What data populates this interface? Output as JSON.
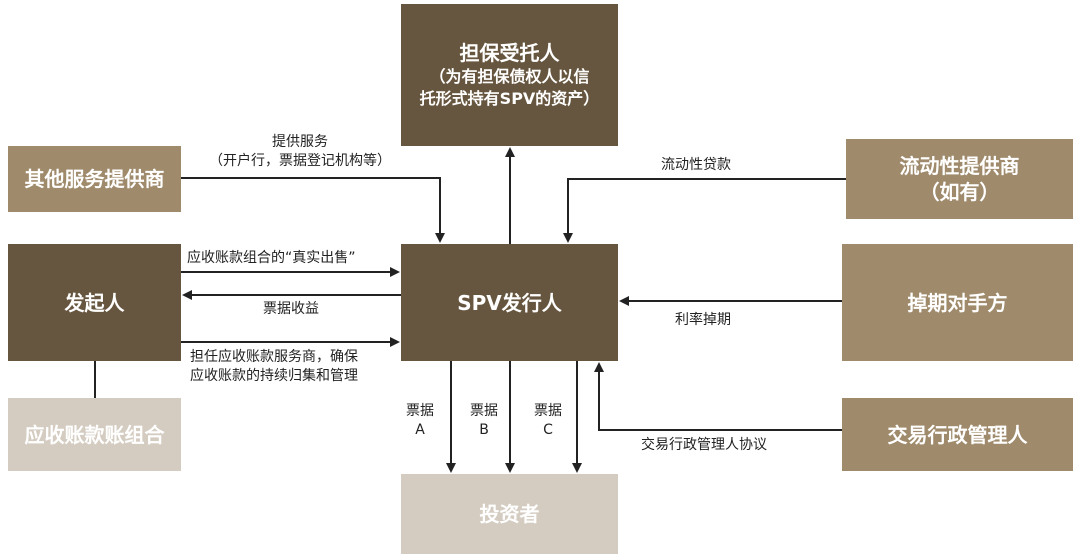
{
  "nodes": {
    "guarantee_trustee": {
      "title": "担保受托人",
      "subtitle_line1": "（为有担保债权人以信",
      "subtitle_line2": "托形式持有SPV的资产）"
    },
    "other_providers": {
      "title": "其他服务提供商"
    },
    "originator": {
      "title": "发起人"
    },
    "receivables_pool": {
      "title": "应收账款账组合"
    },
    "spv_issuer": {
      "title": "SPV发行人"
    },
    "liquidity_provider": {
      "line1": "流动性提供商",
      "line2": "（如有）"
    },
    "swap_counterparty": {
      "title": "掉期对手方"
    },
    "transaction_admin": {
      "title": "交易行政管理人"
    },
    "investors": {
      "title": "投资者"
    }
  },
  "edges": {
    "services_line1": "提供服务",
    "services_line2": "（开户行，票据登记机构等）",
    "true_sale": "应收账款组合的“真实出售”",
    "note_proceeds": "票据收益",
    "servicer_line1": "担任应收账款服务商，确保",
    "servicer_line2": "应收账款的持续归集和管理",
    "liquidity_loan": "流动性贷款",
    "rate_swap": "利率掉期",
    "admin_agreement": "交易行政管理人协议",
    "note_a_line1": "票据",
    "note_a_line2": "A",
    "note_b_line1": "票据",
    "note_b_line2": "B",
    "note_c_line1": "票据",
    "note_c_line2": "C"
  },
  "colors": {
    "dark": "#67563f",
    "mid": "#9f8a6b",
    "light": "#d4ccc1",
    "line": "#222222"
  }
}
